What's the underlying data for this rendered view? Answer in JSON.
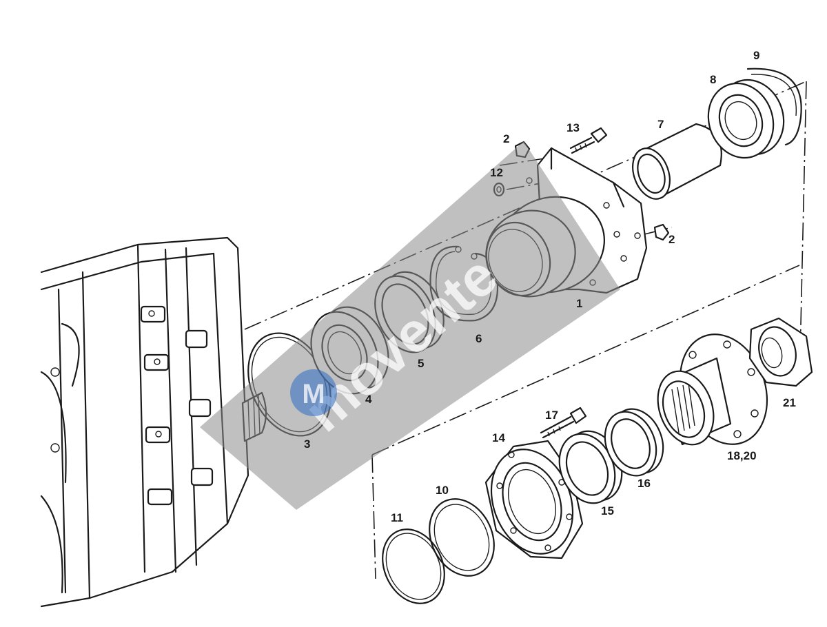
{
  "watermark": {
    "brand": "movente",
    "logo_letters": "M"
  },
  "callouts": [
    {
      "id": "c1",
      "text": "1"
    },
    {
      "id": "c2a",
      "text": "2"
    },
    {
      "id": "c2b",
      "text": "2"
    },
    {
      "id": "c3",
      "text": "3"
    },
    {
      "id": "c4",
      "text": "4"
    },
    {
      "id": "c5",
      "text": "5"
    },
    {
      "id": "c6",
      "text": "6"
    },
    {
      "id": "c7",
      "text": "7"
    },
    {
      "id": "c8",
      "text": "8"
    },
    {
      "id": "c9",
      "text": "9"
    },
    {
      "id": "c10",
      "text": "10"
    },
    {
      "id": "c11",
      "text": "11"
    },
    {
      "id": "c12",
      "text": "12"
    },
    {
      "id": "c13",
      "text": "13"
    },
    {
      "id": "c14",
      "text": "14"
    },
    {
      "id": "c15",
      "text": "15"
    },
    {
      "id": "c16",
      "text": "16"
    },
    {
      "id": "c17",
      "text": "17"
    },
    {
      "id": "c18_20",
      "text": "18,20"
    },
    {
      "id": "c21",
      "text": "21"
    }
  ]
}
